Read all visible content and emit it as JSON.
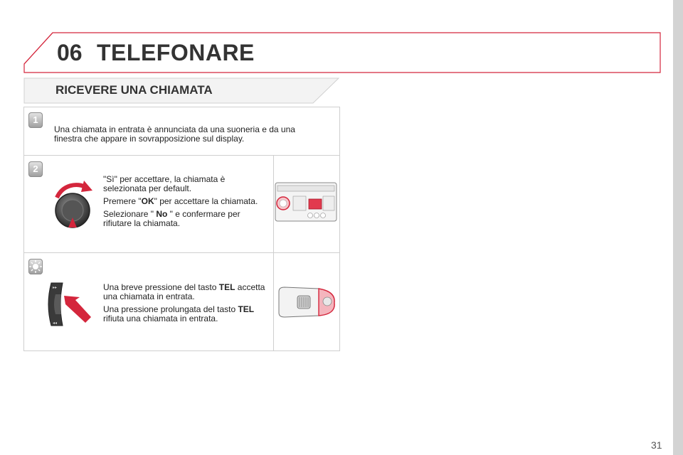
{
  "header": {
    "chapter_number": "06",
    "chapter_title": "TELEFONARE"
  },
  "section": {
    "title": "RICEVERE UNA CHIAMATA"
  },
  "steps": [
    {
      "badge": "1",
      "text": "Una chiamata in entrata è annunciata da una suoneria e da una finestra che appare in sovrapposizione sul display."
    },
    {
      "badge": "2",
      "line1": "\"Sì\" per accettare, la chiamata è selezionata per default.",
      "line2_pre": "Premere \"",
      "line2_bold": "OK",
      "line2_post": "\" per accettare la chiamata.",
      "line3_pre": "Selezionare \" ",
      "line3_bold": "No",
      "line3_post": " \" e confermare per rifiutare la chiamata."
    },
    {
      "badge_icon": "light-icon",
      "line1_pre": "Una breve pressione del tasto ",
      "line1_bold": "TEL",
      "line1_post": " accetta una chiamata in entrata.",
      "line2_pre": "Una pressione prolungata del tasto ",
      "line2_bold": "TEL",
      "line2_post": " rifiuta una chiamata in entrata."
    }
  ],
  "footer": {
    "page_number": "31"
  },
  "colors": {
    "accent_red": "#d4263c",
    "badge_grey": "#a0a0a0",
    "box_border": "#cfcfcf"
  }
}
